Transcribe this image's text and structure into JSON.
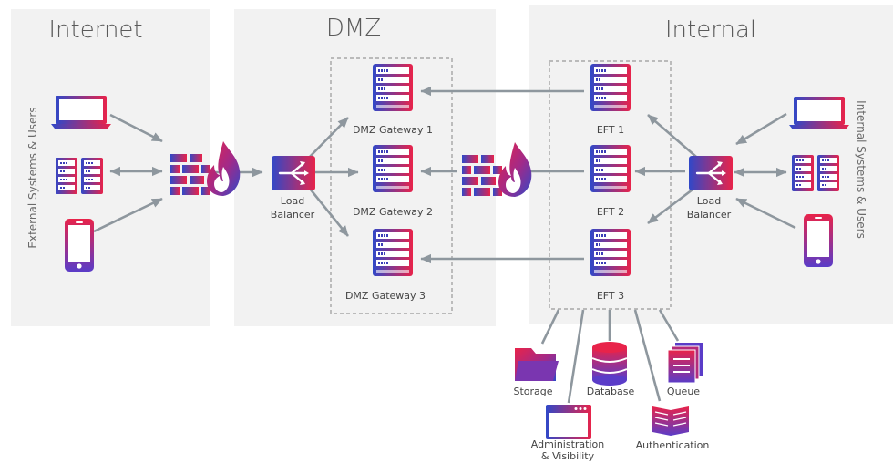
{
  "zones": {
    "internet": "Internet",
    "dmz": "DMZ",
    "internal": "Internal"
  },
  "side_labels": {
    "left": "External Systems & Users",
    "right": "Internal Systems & Users"
  },
  "nodes": {
    "lb_dmz": [
      "Load",
      "Balancer"
    ],
    "gw1": "DMZ Gateway 1",
    "gw2": "DMZ Gateway 2",
    "gw3": "DMZ Gateway 3",
    "eft1": "EFT 1",
    "eft2": "EFT 2",
    "eft3": "EFT 3",
    "lb_int": [
      "Load",
      "Balancer"
    ]
  },
  "resources": {
    "storage": "Storage",
    "database": "Database",
    "queue": "Queue",
    "admin": [
      "Administration",
      "& Visibility"
    ],
    "auth": "Authentication"
  },
  "colors": {
    "zone_bg": "#f2f2f2",
    "arrow": "#8e979e",
    "grad_red": "#e8234a",
    "grad_purple": "#6a35c9",
    "grad_blue": "#3048c8",
    "text": "#444444"
  },
  "icons": [
    "laptop-icon",
    "server-rack-icon",
    "phone-icon",
    "firewall-icon",
    "load-balancer-icon",
    "server-icon",
    "folder-icon",
    "database-icon",
    "queue-icon",
    "browser-window-icon",
    "book-icon"
  ]
}
